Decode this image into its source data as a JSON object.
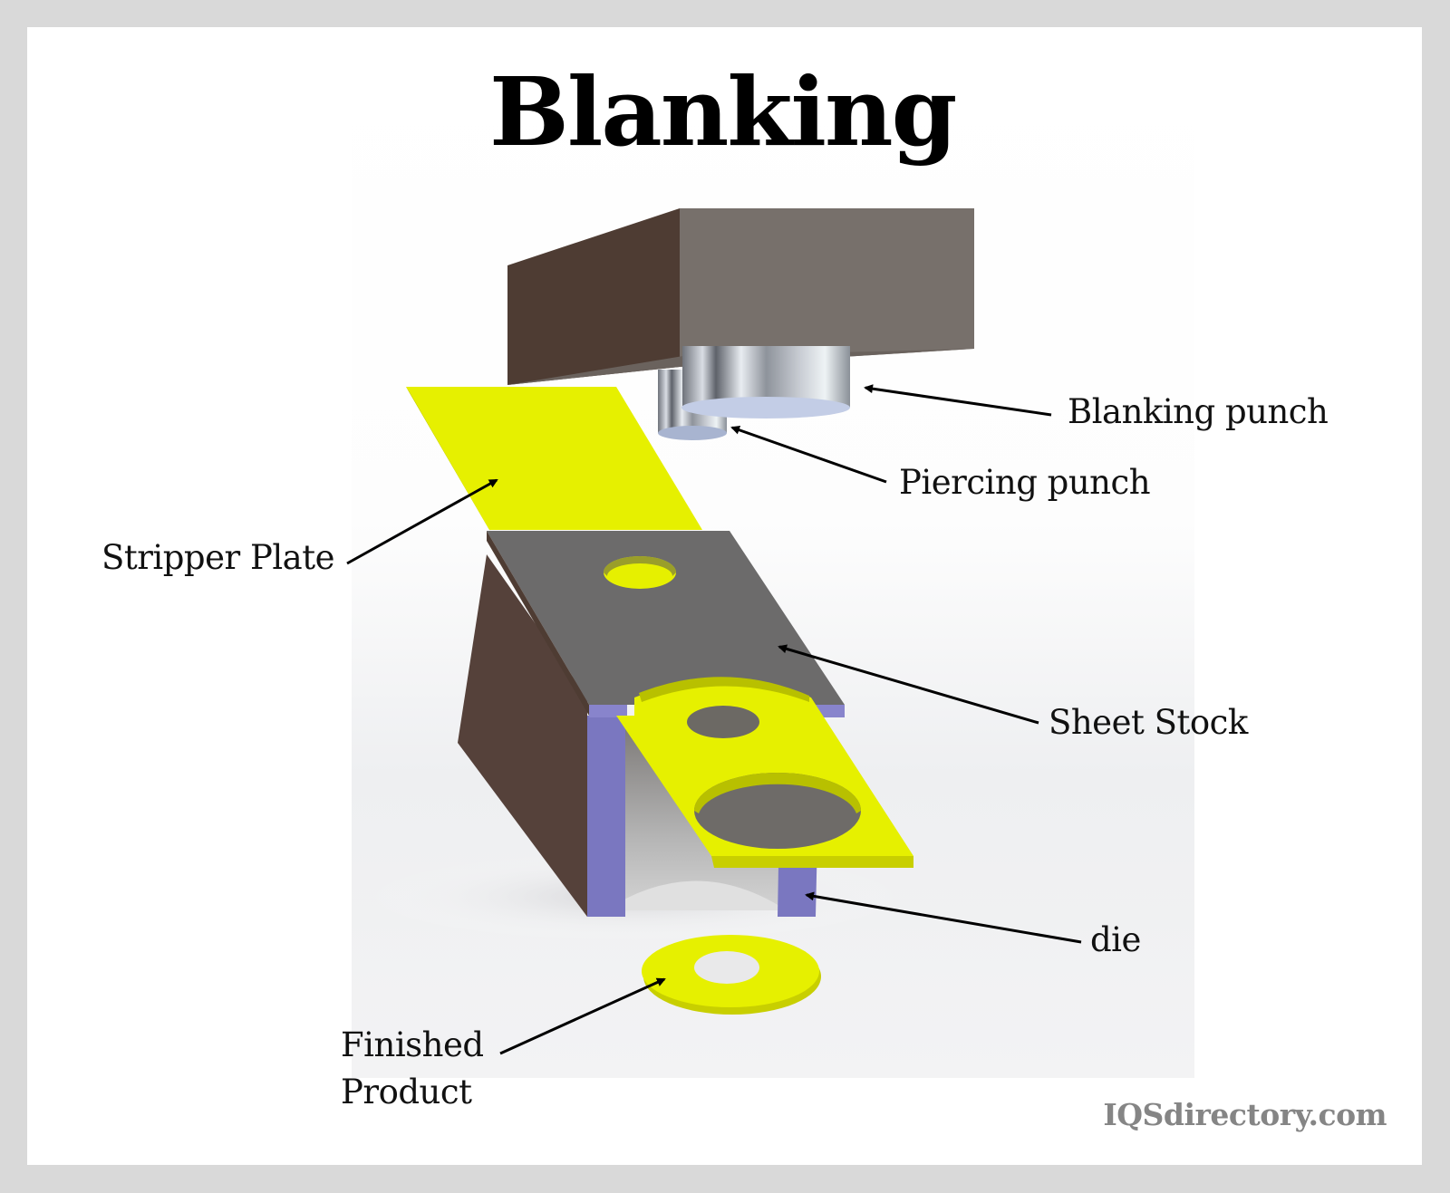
{
  "title": "Blanking",
  "labels": {
    "blanking_punch": "Blanking punch",
    "piercing_punch": "Piercing punch",
    "stripper_plate": "Stripper Plate",
    "sheet_stock": "Sheet Stock",
    "die": "die",
    "finished_product_line1": "Finished",
    "finished_product_line2": "Product"
  },
  "watermark": "IQSdirectory.com",
  "colors": {
    "frame": "#d9d9d9",
    "panel": "#ffffff",
    "yellow_part": "#e6f000",
    "punch_holder_side": "#4e3c33",
    "punch_holder_front": "#77706b",
    "sheet_top": "#6c6b6b",
    "die_body": "#55413a",
    "die_inserts": "#7a77c0",
    "metal": "#c3c8d0",
    "arrow": "#000000",
    "watermark": "#858585"
  }
}
